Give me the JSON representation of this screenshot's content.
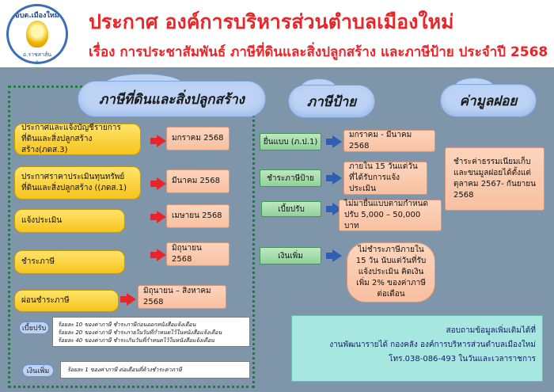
{
  "header": {
    "logo_top": "อบต.เมืองใหม่",
    "logo_bottom": "อ.ราชสาส์น จ.ฉะเชิงเทรา",
    "title": "ประกาศ องค์การบริหารส่วนตำบลเมืองใหม่",
    "subtitle": "เรื่อง การประชาสัมพันธ์ ภาษีที่ดินและสิ่งปลูกสร้าง และภาษีป้าย ประจำปี 2568"
  },
  "sections": {
    "land_tax": "ภาษีที่ดินและสิ่งปลูกสร้าง",
    "sign_tax": "ภาษีป้าย",
    "fee": "ค่ามูลฝอย"
  },
  "land_steps": [
    {
      "label": "ประกาศและแจ้งบัญชีรายการที่ดินและสิ่งปลูกสร้างสร้าง(ภดส.3)",
      "date": "มกราคม 2568"
    },
    {
      "label": "ประกาศราคาประเมินทุนทรัพย์ที่ดินและสิ่งปลูกสร้าง ((ภดส.1)",
      "date": "มีนาคม 2568"
    },
    {
      "label": "แจ้งประเมิน",
      "date": "เมษายน 2568"
    },
    {
      "label": "ชำระภาษี",
      "date": "มิถุนายน 2568"
    },
    {
      "label": "ผ่อนชำระภาษี",
      "date": "มิถุนายน – สิงหาคม 2568"
    }
  ],
  "sign_steps": [
    {
      "label": "ยื่นแบบ (ภ.ป.1)",
      "detail": "มกราคม - มีนาคม 2568"
    },
    {
      "label": "ชำระภาษีป้าย",
      "detail": "ภายใน 15 วันแต่วันที่ได้รับการแจ้งประเมิน"
    },
    {
      "label": "เบี้ยปรับ",
      "detail": "ไม่มายื่นแบบตามกำหนด ปรับ 5,000 – 50,000 บาท"
    },
    {
      "label": "เงินเพิ่ม",
      "detail": "ไม่ชำระภาษีภายใน 15 วัน นับแต่วันที่รับแจ้งประเมิน คิดเงินเพิ่ม 2% ของค่าภาษี ต่อเดือน"
    }
  ],
  "fee_text": "ชำระค่าธรรมเนียมเก็บและขนมูลฝอยได้ตั้งแต่ ตุลาคม 2567- กันยายน 2568",
  "penalty": {
    "label": "เบี้ยปรับ",
    "lines": [
      "ร้อยละ 10 ของค่าภาษี ชำระภาษีก่อนออกหนังสือแจ้งเตือน",
      "ร้อยละ 20 ของค่าภาษี ชำระภายในวันที่กำหนดไว้ในหนังสือแจ้งเตือน",
      "ร้อยละ 40 ของค่าภาษี ชำระเกินวันที่กำหนดไว้ในหนังสือแจ้งเตือน"
    ]
  },
  "surcharge": {
    "label": "เงินเพิ่ม",
    "line": "ร้อยละ 1 ของค่าภาษี ต่อเดือนที่ค้างชำระค่าภาษี"
  },
  "contact": {
    "line1": "สอบถามข้อมูลเพิ่มเติมได้ที่",
    "line2": "งานพัฒนารายได้ กองคลัง องค์การบริหารส่วนตำบลเมืองใหม่",
    "line3": "โทร.038-086-493 ในวันและเวลาราชการ"
  }
}
